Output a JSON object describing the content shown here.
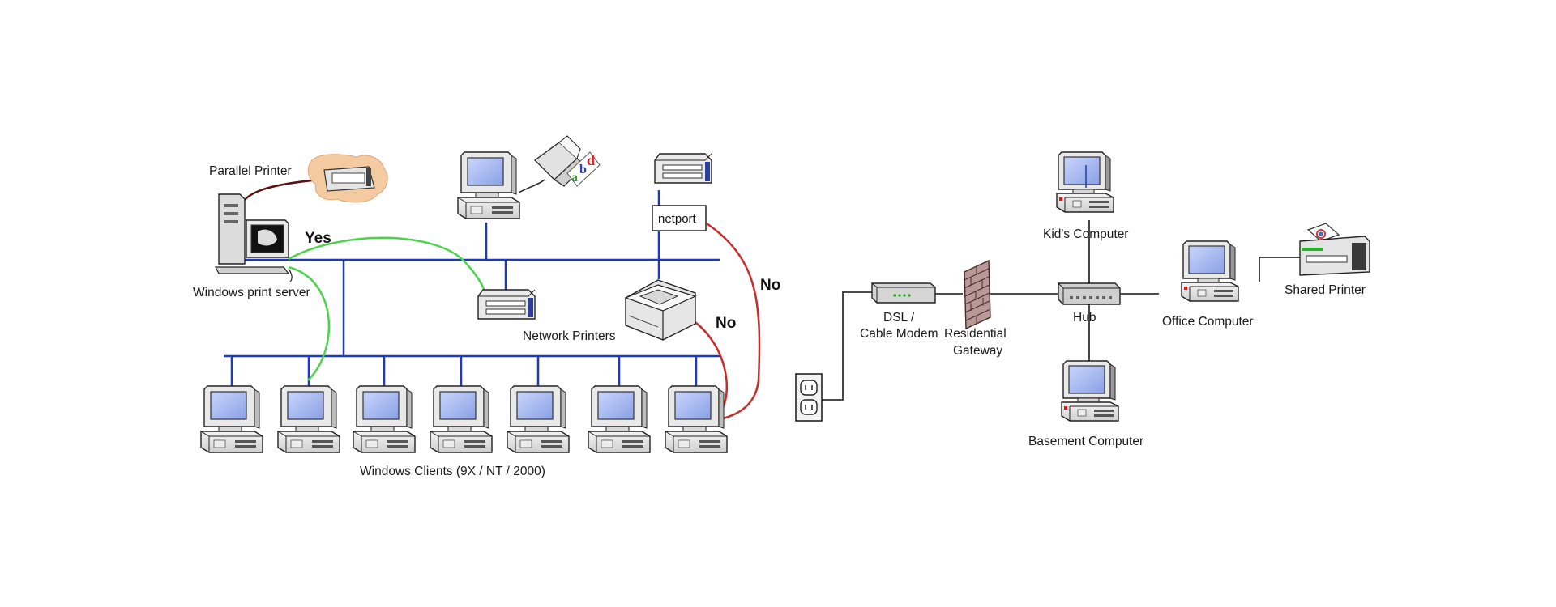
{
  "left_diagram": {
    "parallel_printer": "Parallel Printer",
    "print_server": "Windows print server",
    "yes": "Yes",
    "no_1": "No",
    "no_2": "No",
    "netport": "netport",
    "network_printers": "Network Printers",
    "clients": "Windows Clients (9X / NT / 2000)"
  },
  "right_diagram": {
    "modem_line1": "DSL /",
    "modem_line2": "Cable Modem",
    "gateway_line1": "Residential",
    "gateway_line2": "Gateway",
    "hub": "Hub",
    "kids_computer": "Kid's Computer",
    "basement_computer": "Basement Computer",
    "office_computer": "Office Computer",
    "shared_printer": "Shared Printer"
  },
  "colors": {
    "bus": "#1f3ab8",
    "yes_link": "#4bd44b",
    "no_link": "#cc2a2a",
    "wire": "#333333",
    "screen": "#9fb4ee"
  }
}
